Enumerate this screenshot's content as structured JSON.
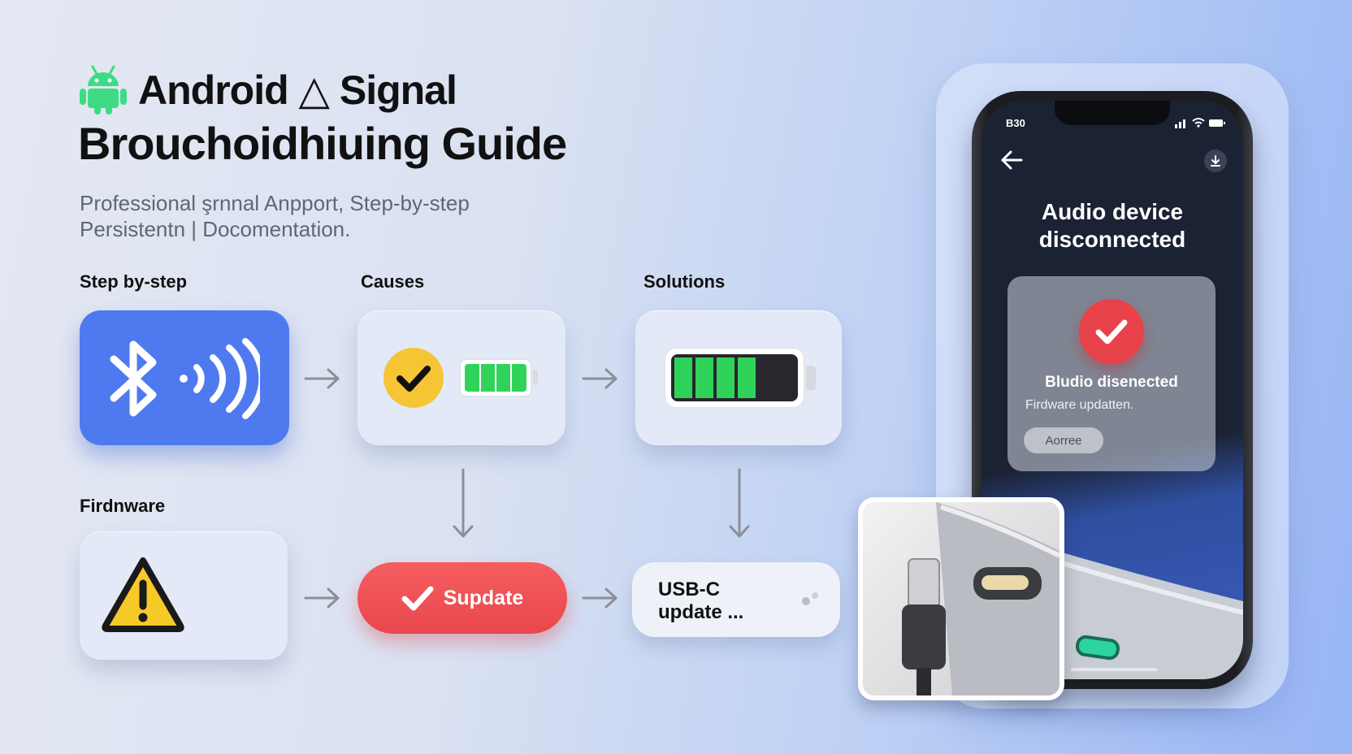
{
  "header": {
    "title_line1": "Android △ Signal",
    "title_line2": "Brouchoidhiuing Guide",
    "subtitle_line1": "Professional şrnnal Anpport, Step-by-step",
    "subtitle_line2": "Persistentn | Docomentation."
  },
  "flow": {
    "labels": {
      "step": "Step by-step",
      "causes": "Causes",
      "solutions": "Solutions",
      "firmware": "Firdnware"
    },
    "update_button_label": "Supdate",
    "usb_button_label": "USB-C update ..."
  },
  "phone": {
    "status_time": "B30",
    "screen_title": "Audio device disconnected",
    "dialog": {
      "title": "Bludio disenected",
      "subtitle": "Firdware updatten.",
      "button_label": "Aorree"
    }
  },
  "icons": {
    "android": "android-robot-icon",
    "bluetooth": "bluetooth-icon",
    "signal_waves": "signal-waves-icon",
    "check_yellow": "check-circle-icon",
    "battery_partial": "battery-icon",
    "battery_full": "battery-full-icon",
    "warning": "warning-icon",
    "back": "back-arrow-icon",
    "download": "download-icon",
    "usb_cable": "usb-c-cable-icon"
  },
  "colors": {
    "android_green": "#3ddc84",
    "bluetooth_blue": "#4f7aef",
    "update_red": "#ef4f54",
    "check_yellow": "#f6c536",
    "battery_green": "#2fd35a",
    "warning_yellow": "#f7c928"
  }
}
